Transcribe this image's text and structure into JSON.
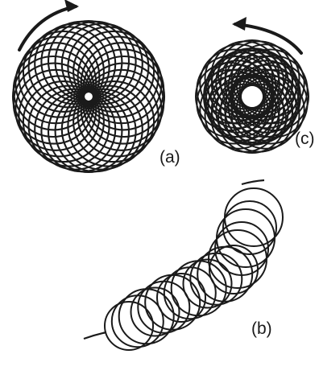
{
  "figure": {
    "panels": [
      {
        "id": "a",
        "label": "(a)",
        "pattern": "rosette",
        "rotation": "clockwise"
      },
      {
        "id": "b",
        "label": "(b)",
        "pattern": "drifting-loops",
        "rotation": "none"
      },
      {
        "id": "c",
        "label": "(c)",
        "pattern": "rosette",
        "rotation": "counter-clockwise"
      }
    ],
    "colors": {
      "ink": "#1a1a1a",
      "background": "#ffffff"
    }
  }
}
